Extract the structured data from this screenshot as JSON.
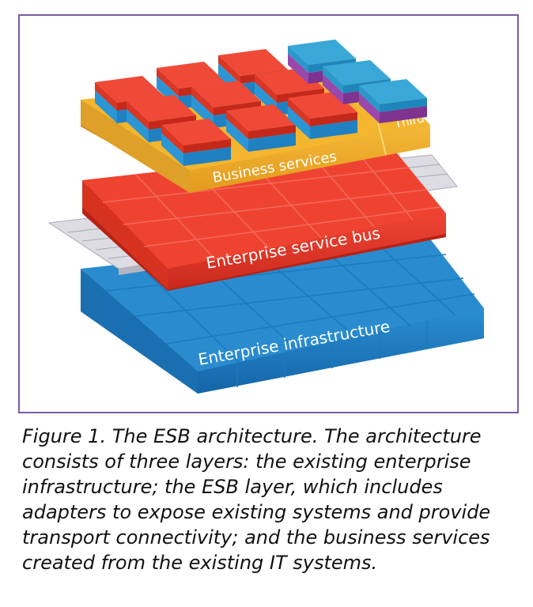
{
  "diagram": {
    "layers": {
      "business_services": "Business services",
      "third_party": "Third party",
      "enterprise_service_bus": "Enterprise service bus",
      "enterprise_infrastructure": "Enterprise infrastructure"
    },
    "colors": {
      "frame": "#7b5aa6",
      "business_layer": "#f2b531",
      "bus_layer": "#e8402f",
      "infrastructure_layer": "#1f7fc2",
      "service_tile_top": "#ee4b3a",
      "service_tile_base": "#2f8fd0",
      "third_party_tile_top": "#37a8d6",
      "third_party_tile_base": "#8e3fa0",
      "adapter": "#e6e6ea"
    }
  },
  "caption": {
    "text": "Figure 1. The ESB architecture. The architecture consists of three layers: the existing enterprise infrastructure; the ESB layer, which includes adapters to expose existing systems and provide transport connectivity; and the business services created from the existing IT systems."
  }
}
